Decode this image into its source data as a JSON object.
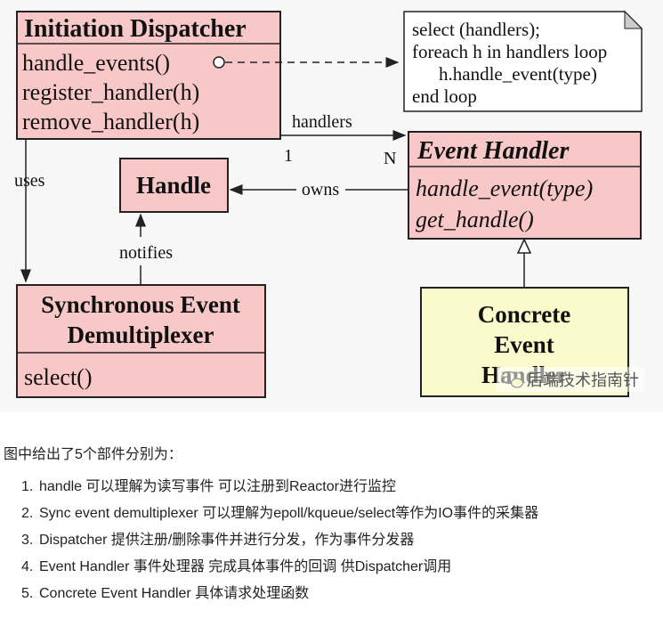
{
  "diagram": {
    "dispatcher": {
      "title": "Initiation Dispatcher",
      "methods": [
        "handle_events()",
        "register_handler(h)",
        "remove_handler(h)"
      ]
    },
    "note": {
      "lines": [
        "select (handlers);",
        "foreach h in handlers loop",
        "h.handle_event(type)",
        "end loop"
      ]
    },
    "event_handler": {
      "title": "Event Handler",
      "methods": [
        "handle_event(type)",
        "get_handle()"
      ]
    },
    "handle": {
      "title": "Handle"
    },
    "demux": {
      "title_lines": [
        "Synchronous Event",
        "Demultiplexer"
      ],
      "methods": [
        "select()"
      ]
    },
    "concrete": {
      "title_lines": [
        "Concrete",
        "Event",
        "Handler"
      ]
    },
    "labels": {
      "uses": "uses",
      "owns": "owns",
      "notifies": "notifies",
      "handlers": "handlers",
      "mult_one": "1",
      "mult_n": "N"
    },
    "watermark": "后端技术指南针",
    "colors": {
      "class_fill": "#f8c8c8",
      "concrete_fill": "#fafacc",
      "note_fill": "#ffffff",
      "background": "#f7f7f7"
    }
  },
  "article": {
    "intro": "图中给出了5个部件分别为：",
    "items": [
      {
        "num": "1.",
        "text": "handle 可以理解为读写事件 可以注册到Reactor进行监控"
      },
      {
        "num": "2.",
        "text": "Sync event demultiplexer 可以理解为epoll/kqueue/select等作为IO事件的采集器"
      },
      {
        "num": "3.",
        "text": "Dispatcher 提供注册/删除事件并进行分发，作为事件分发器"
      },
      {
        "num": "4.",
        "text": "Event Handler 事件处理器 完成具体事件的回调 供Dispatcher调用"
      },
      {
        "num": "5.",
        "text": "Concrete Event Handler 具体请求处理函数"
      }
    ]
  }
}
